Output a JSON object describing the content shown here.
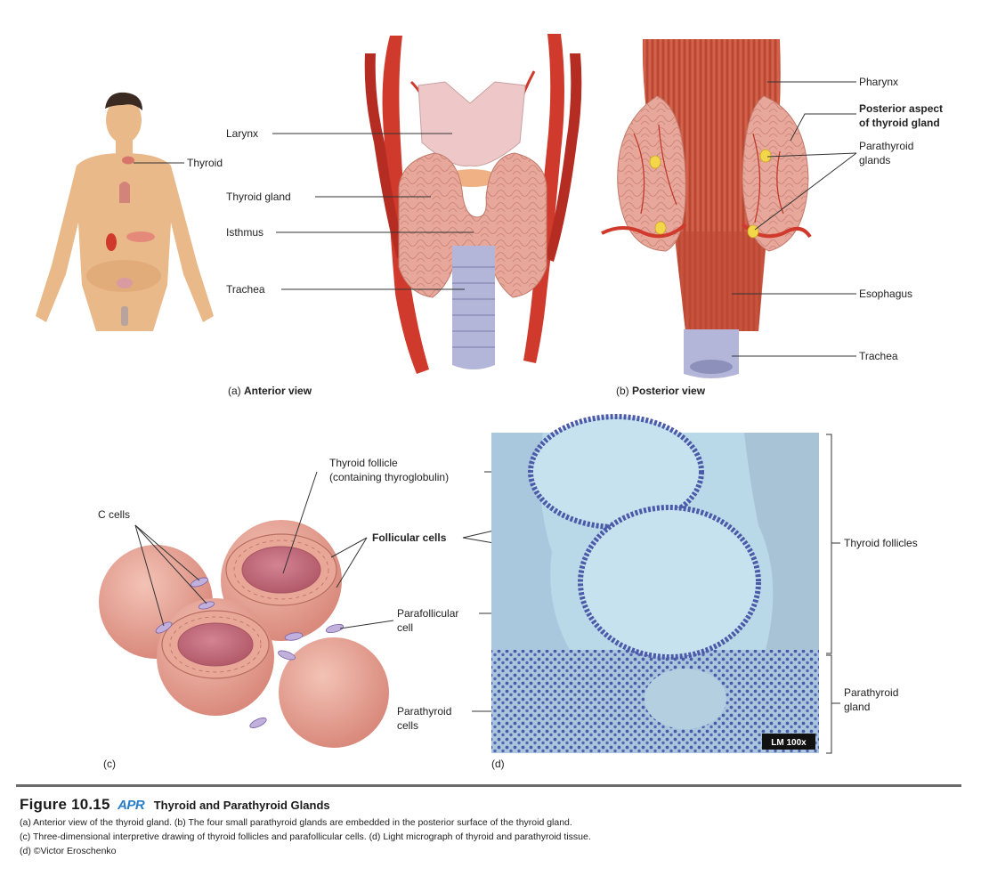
{
  "labels": {
    "thyroid_small": "Thyroid",
    "larynx": "Larynx",
    "thyroid_gland": "Thyroid gland",
    "isthmus": "Isthmus",
    "trachea_a": "Trachea",
    "pharynx": "Pharynx",
    "posterior_aspect_1": "Posterior aspect",
    "posterior_aspect_2": "of thyroid gland",
    "parathyroid_glands_1": "Parathyroid",
    "parathyroid_glands_2": "glands",
    "esophagus": "Esophagus",
    "trachea_b": "Trachea",
    "c_cells": "C cells",
    "thyroid_follicle_1": "Thyroid follicle",
    "thyroid_follicle_2": "(containing thyroglobulin)",
    "follicular_cells": "Follicular cells",
    "parafollicular_1": "Parafollicular",
    "parafollicular_2": "cell",
    "parathyroid_cells_1": "Parathyroid",
    "parathyroid_cells_2": "cells",
    "thyroid_follicles": "Thyroid follicles",
    "parathyroid_gland_1": "Parathyroid",
    "parathyroid_gland_2": "gland",
    "lm_badge": "LM 100x"
  },
  "panels": {
    "a_prefix": "(a)",
    "a_view": "Anterior view",
    "b_prefix": "(b)",
    "b_view": "Posterior view",
    "c": "(c)",
    "d": "(d)"
  },
  "caption": {
    "figure_number": "Figure 10.15",
    "apr_badge": "APR",
    "title": "Thyroid and Parathyroid Glands",
    "line1": "(a) Anterior view of the thyroid gland. (b) The four small parathyroid glands are embedded in the posterior surface of the thyroid gland.",
    "line2": "(c) Three-dimensional interpretive drawing of thyroid follicles and parafollicular cells. (d) Light micrograph of thyroid and parathyroid tissue.",
    "line3": "(d) ©Victor Eroschenko"
  },
  "colors": {
    "skin": "#e9b98a",
    "artery": "#cf3a2c",
    "gland": "#e7a79a",
    "cartilage": "#eec8c8",
    "trachea_rings": "#b3b6d8",
    "muscle": "#c9553f",
    "parathyroid": "#f3d64a",
    "colloid": "#c06a78",
    "micro_bg": "#b9d9e9",
    "micro_nuclei": "#4b5aa8",
    "apr_blue": "#2a7dc9"
  }
}
